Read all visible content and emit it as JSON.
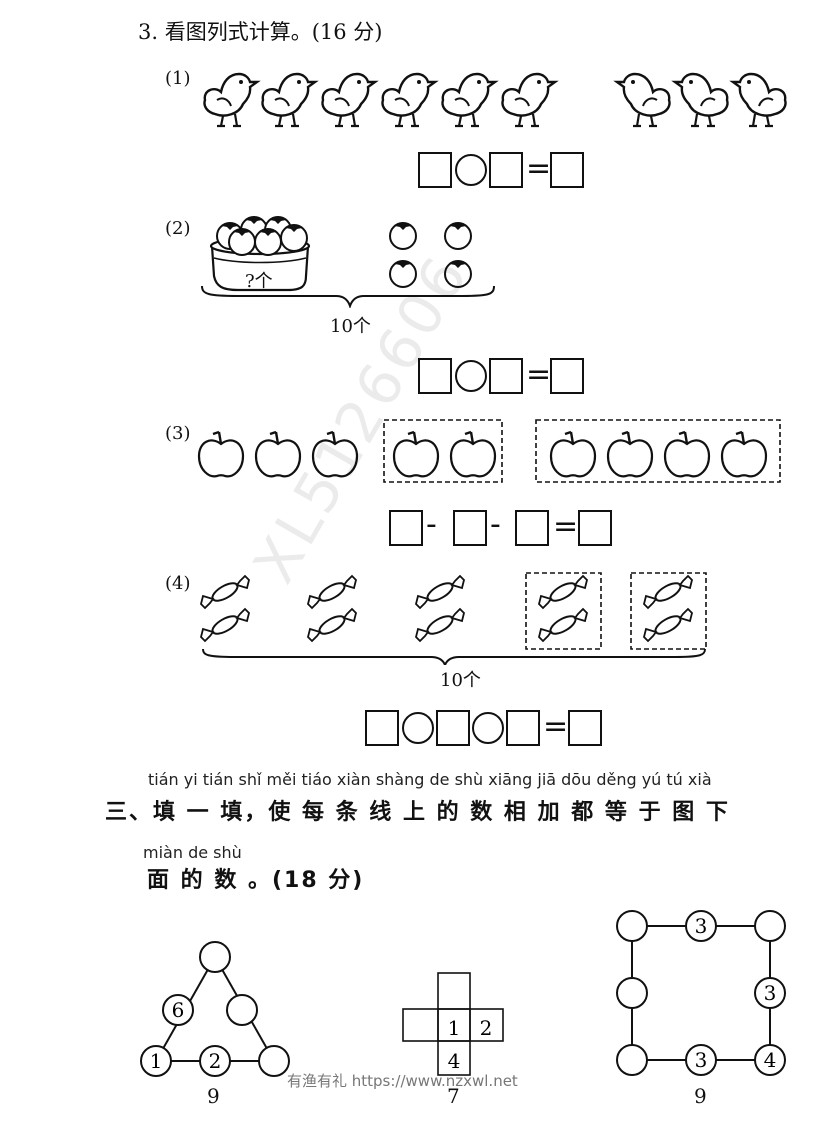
{
  "question3": {
    "title": "3. 看图列式计算。(16 分)",
    "sub1": "(1)",
    "sub2": "(2)",
    "sub3": "(3)",
    "sub4": "(4)",
    "basket_label": "?个",
    "total2": "10个",
    "total4": "10个",
    "eq3_op1": "-",
    "eq3_op2": "-",
    "eq_equals": "="
  },
  "section3": {
    "pinyin_line1": "tián yi tián   shǐ měi tiáo xiàn shàng de shù xiāng jiā dōu děng yú tú xià",
    "heading_line1": "三、填 一 填，使 每 条 线  上  的 数  相  加 都  等  于 图 下",
    "pinyin_line2": "miàn de shù",
    "heading_line2": "面 的 数 。(18 分)"
  },
  "puzzles": {
    "triangle": {
      "nodes": [
        "",
        "6",
        "",
        "1",
        "2",
        ""
      ],
      "target": "9"
    },
    "cross": {
      "cells": [
        "",
        "",
        "1",
        "2",
        "4"
      ],
      "target": "7"
    },
    "square": {
      "nodes": [
        "",
        "3",
        "",
        "",
        "3",
        "",
        "3",
        "4"
      ],
      "target": "9"
    }
  },
  "watermark": "XL5126606",
  "footer": "有渔有礼 https://www.nzxwl.net"
}
